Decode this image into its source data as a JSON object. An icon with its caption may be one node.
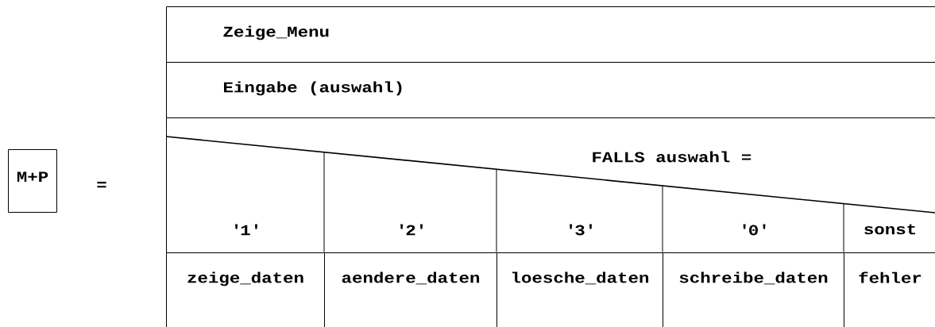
{
  "diagram": {
    "nodes": [
      {
        "text": [
          "M+P"
        ]
      },
      {
        "text": [
          "Zeige_Menu"
        ]
      },
      {
        "text": [
          "Eingabe (auswahl)"
        ]
      },
      {
        "text": [
          "FALLS auswahl ="
        ]
      },
      {
        "text": [
          "'1'"
        ],
        "in": 3
      },
      {
        "text": [
          "'2'"
        ],
        "in": 3
      },
      {
        "text": [
          "'3'"
        ],
        "in": 3
      },
      {
        "text": [
          "'0'"
        ],
        "in": 3
      },
      {
        "text": [
          "sonst"
        ],
        "in": 3
      },
      {
        "text": [
          "zeige_daten"
        ]
      },
      {
        "text": [
          "aendere_daten"
        ]
      },
      {
        "text": [
          "loesche_daten"
        ]
      },
      {
        "text": [
          "schreibe_daten"
        ]
      },
      {
        "text": [
          "fehler"
        ]
      }
    ],
    "labels": [
      "="
    ]
  }
}
